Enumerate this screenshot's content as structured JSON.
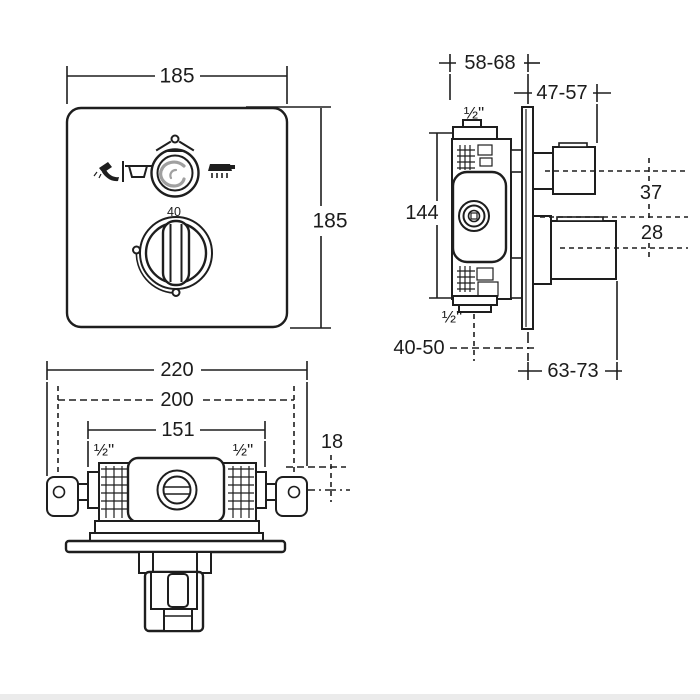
{
  "drawing_title": "thermostatic-mixer-dimension-drawing",
  "colors": {
    "line": "#1e1e1e",
    "background": "#ffffff",
    "footer_strip": "#ebebeb",
    "logo_gray": "#a0a0a0"
  },
  "front_view": {
    "width_label": "185",
    "height_label": "185",
    "temperature_stop_label": "40",
    "icons": [
      "hand-shower-icon",
      "separator-bar",
      "bathtub-icon",
      "shower-head-icon",
      "diverter-pointer-icon",
      "brand-swirl-logo"
    ]
  },
  "side_view": {
    "depth_range": "58-68",
    "trim_depth_range": "47-57",
    "top_connection": "½\"",
    "body_height": "144",
    "upper_outlet_offset": "37",
    "lower_outlet_offset": "28",
    "bottom_connection": "½\"",
    "wall_distance_range": "40-50",
    "handle_depth_range": "63-73"
  },
  "bottom_view": {
    "overall_width": "220",
    "fixing_centres": "200",
    "body_width": "151",
    "left_connection": "½\"",
    "right_connection": "½\"",
    "bracket_offset": "18"
  }
}
